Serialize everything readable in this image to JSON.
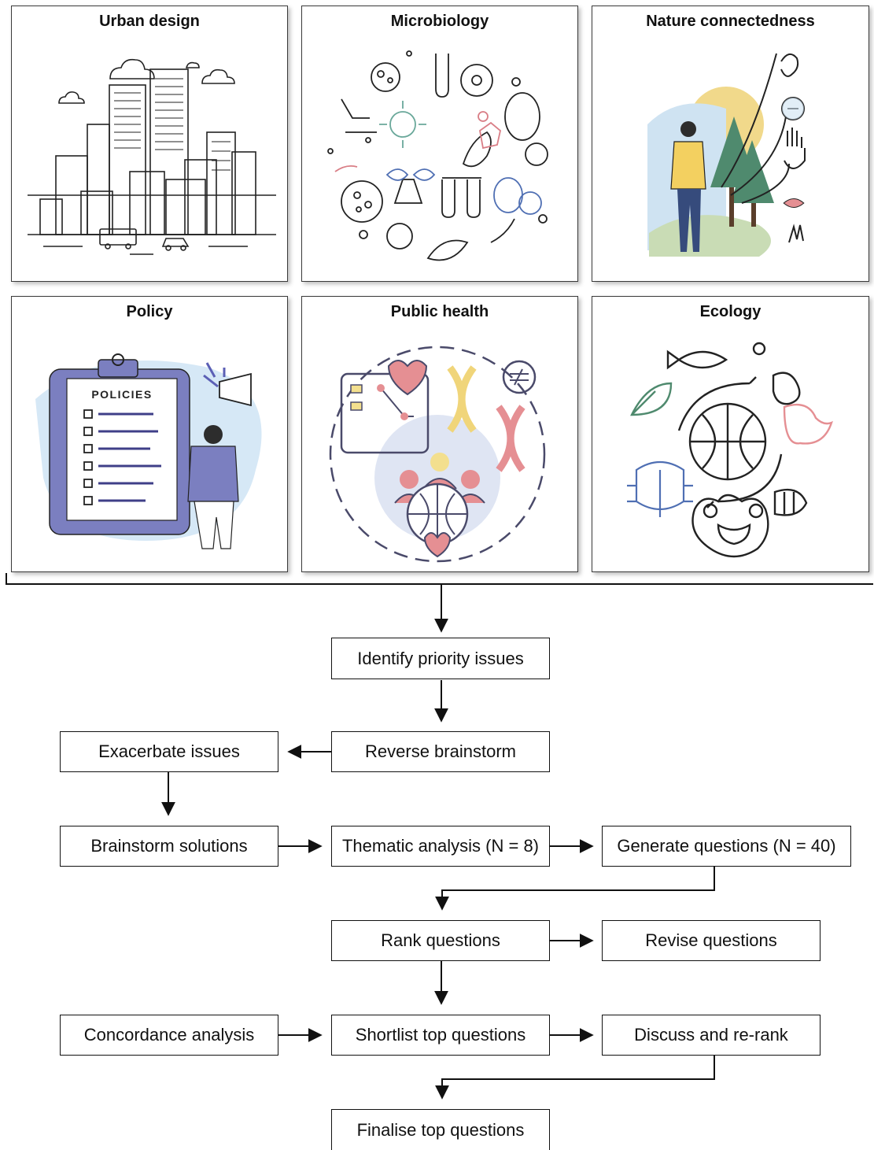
{
  "panels": [
    {
      "title": "Urban design",
      "icon": "city-skyline-icon"
    },
    {
      "title": "Microbiology",
      "icon": "microbes-icon"
    },
    {
      "title": "Nature connectedness",
      "icon": "person-trees-senses-icon"
    },
    {
      "title": "Policy",
      "icon": "clipboard-policies-icon",
      "clipboard_label": "POLICIES"
    },
    {
      "title": "Public health",
      "icon": "dna-community-globe-icon"
    },
    {
      "title": "Ecology",
      "icon": "animals-globe-cycle-icon"
    }
  ],
  "flow": {
    "identify": "Identify priority issues",
    "reverse": "Reverse brainstorm",
    "exacerbate": "Exacerbate issues",
    "solutions": "Brainstorm solutions",
    "thematic": "Thematic analysis (N = 8)",
    "generate": "Generate questions (N = 40)",
    "rank": "Rank questions",
    "revise": "Revise questions",
    "concordance": "Concordance analysis",
    "shortlist": "Shortlist top questions",
    "discuss": "Discuss and re-rank",
    "finalise": "Finalise top questions"
  },
  "colors": {
    "line": "#111111",
    "policy_purple": "#7b7fc0",
    "health_pink": "#e58f93",
    "health_yellow": "#f3df8e",
    "sky_blue": "#cfe3f2",
    "sun_yellow": "#f1d98b",
    "grass_green": "#c9dcb5",
    "tree_green": "#4f8a6e"
  }
}
